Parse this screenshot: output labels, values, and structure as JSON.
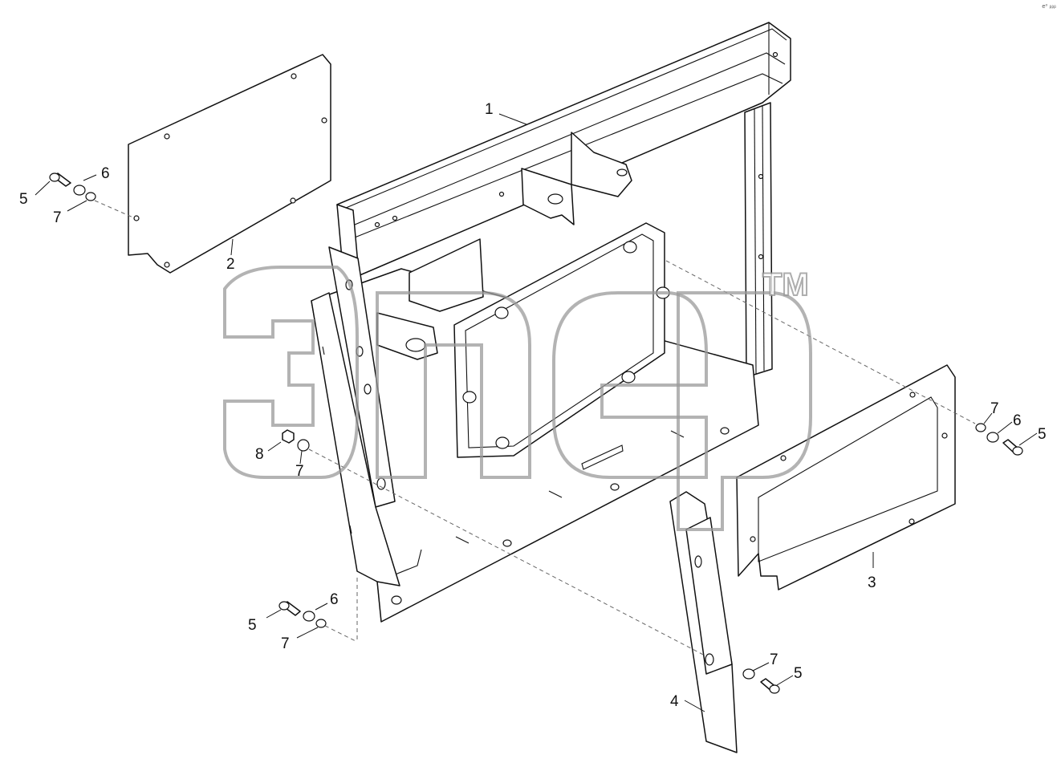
{
  "corner_mark": "e⁰ ᵦᵦᵦ",
  "watermark": {
    "text": "эпер",
    "tm": "TM"
  },
  "callouts": [
    {
      "id": "c1",
      "text": "1"
    },
    {
      "id": "c2",
      "text": "2"
    },
    {
      "id": "c3",
      "text": "3"
    },
    {
      "id": "c4",
      "text": "4"
    },
    {
      "id": "c5a",
      "text": "5"
    },
    {
      "id": "c6a",
      "text": "6"
    },
    {
      "id": "c7a",
      "text": "7"
    },
    {
      "id": "c5b",
      "text": "5"
    },
    {
      "id": "c6b",
      "text": "6"
    },
    {
      "id": "c7b",
      "text": "7"
    },
    {
      "id": "c5c",
      "text": "5"
    },
    {
      "id": "c6c",
      "text": "6"
    },
    {
      "id": "c7c",
      "text": "7"
    },
    {
      "id": "c8",
      "text": "8"
    },
    {
      "id": "c7d",
      "text": "7"
    },
    {
      "id": "c7e",
      "text": "7"
    },
    {
      "id": "c5d",
      "text": "5"
    }
  ]
}
